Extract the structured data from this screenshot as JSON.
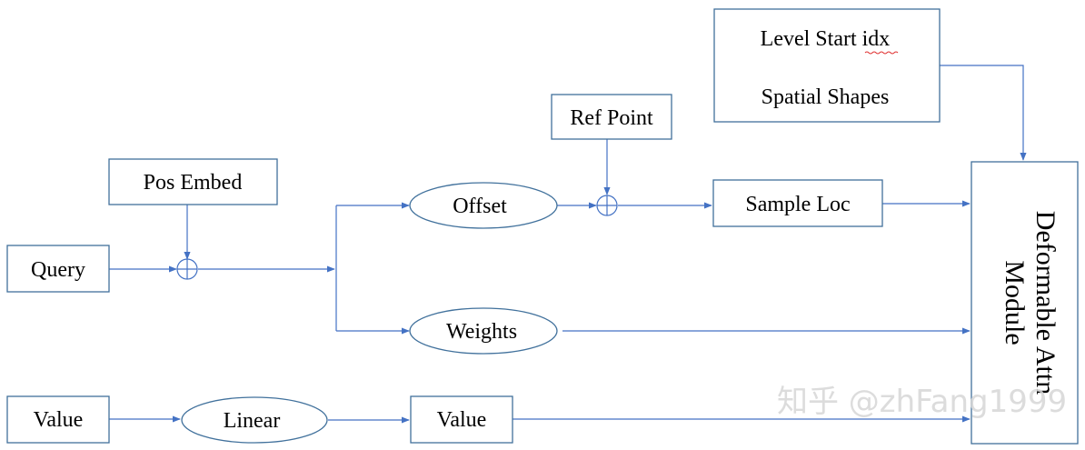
{
  "nodes": {
    "level_start_idx": "Level Start idx",
    "spatial_shapes": "Spatial Shapes",
    "ref_point": "Ref Point",
    "pos_embed": "Pos Embed",
    "offset": "Offset",
    "sample_loc": "Sample Loc",
    "query": "Query",
    "weights": "Weights",
    "value_in": "Value",
    "linear": "Linear",
    "value_out": "Value",
    "attn_line1": "Deformable Attn",
    "attn_line2": "Module"
  },
  "watermark": "知乎 @zhFang1999",
  "colors": {
    "box_stroke": "#41719c",
    "arrow": "#4472c4",
    "text": "#000000",
    "watermark": "#d6d6d6",
    "spellcheck_underline": "#e03030"
  }
}
